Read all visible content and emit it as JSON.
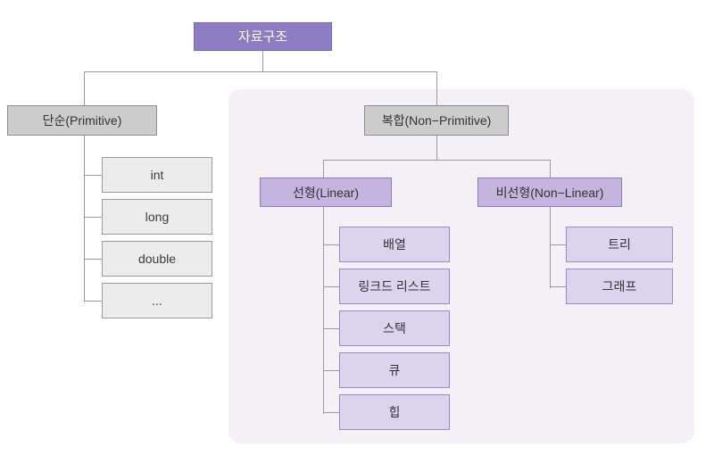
{
  "diagram": {
    "title": "자료구조",
    "root": {
      "label": "자료구조"
    },
    "branches": [
      {
        "key": "primitive",
        "label": "단순(Primitive)",
        "children": [
          {
            "label": "int"
          },
          {
            "label": "long"
          },
          {
            "label": "double"
          },
          {
            "label": "..."
          }
        ]
      },
      {
        "key": "non_primitive",
        "label": "복합(Non−Primitive)",
        "children": [
          {
            "key": "linear",
            "label": "선형(Linear)",
            "children": [
              {
                "label": "배열"
              },
              {
                "label": "링크드 리스트"
              },
              {
                "label": "스택"
              },
              {
                "label": "큐"
              },
              {
                "label": "힙"
              }
            ]
          },
          {
            "key": "non_linear",
            "label": "비선형(Non−Linear)",
            "children": [
              {
                "label": "트리"
              },
              {
                "label": "그래프"
              }
            ]
          }
        ]
      }
    ],
    "colors": {
      "root_fill": "#8e7cc3",
      "root_text": "#ffffff",
      "primitive_fill": "#cccccc",
      "primitive_leaf_fill": "#ececec",
      "composite_fill": "#cccccc",
      "linear_fill": "#c5b3e0",
      "leaf_purple_fill": "#ddd3ec",
      "panel_fill": "#f5f0f7",
      "connector": "#9a9a9a",
      "background": "#ffffff"
    }
  }
}
